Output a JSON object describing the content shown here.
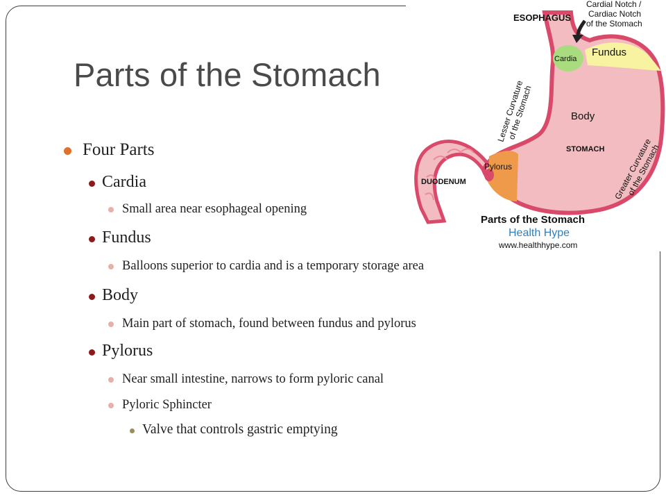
{
  "slide": {
    "title": "Parts of the Stomach"
  },
  "bullets": [
    {
      "level": 1,
      "text": "Four Parts"
    },
    {
      "level": 2,
      "text": "Cardia"
    },
    {
      "level": 3,
      "text": "Small area near esophageal opening"
    },
    {
      "level": 2,
      "text": "Fundus"
    },
    {
      "level": 3,
      "text": "Balloons superior to cardia and is a temporary storage area"
    },
    {
      "level": 2,
      "text": "Body"
    },
    {
      "level": 3,
      "text": "Main part of stomach, found between fundus and pylorus"
    },
    {
      "level": 2,
      "text": "Pylorus"
    },
    {
      "level": 3,
      "text": "Near small intestine, narrows to form pyloric canal"
    },
    {
      "level": 3,
      "text": "Pyloric Sphincter"
    },
    {
      "level": 4,
      "text": "Valve that controls gastric emptying"
    }
  ],
  "bullet_colors": {
    "level1": "#e0702a",
    "level2": "#8b1a1a",
    "level3": "#e8b0a8",
    "level4": "#9a8f5a"
  },
  "diagram": {
    "labels": {
      "esophagus": "ESOPHAGUS",
      "cardial_notch_1": "Cardial Notch /",
      "cardial_notch_2": "Cardiac Notch",
      "cardial_notch_3": "of the Stomach",
      "fundus": "Fundus",
      "cardia": "Cardia",
      "lesser_1": "Lesser Curvature",
      "lesser_2": "of the Stomach",
      "body": "Body",
      "stomach": "STOMACH",
      "greater_1": "Greater Curvature",
      "greater_2": "of the Stomach",
      "pylorus": "Pylorus",
      "duodenum": "DUODENUM",
      "caption_title": "Parts of the Stomach",
      "caption_brand": "Health Hype",
      "caption_url": "www.healthhype.com"
    },
    "colors": {
      "wall": "#d94a6a",
      "body_fill": "#f2bcc0",
      "fundus_fill": "#f7f3a0",
      "cardia_fill": "#a9dc7e",
      "pylorus_fill": "#ef9a4a",
      "brand_blue": "#2f7fc1"
    }
  }
}
